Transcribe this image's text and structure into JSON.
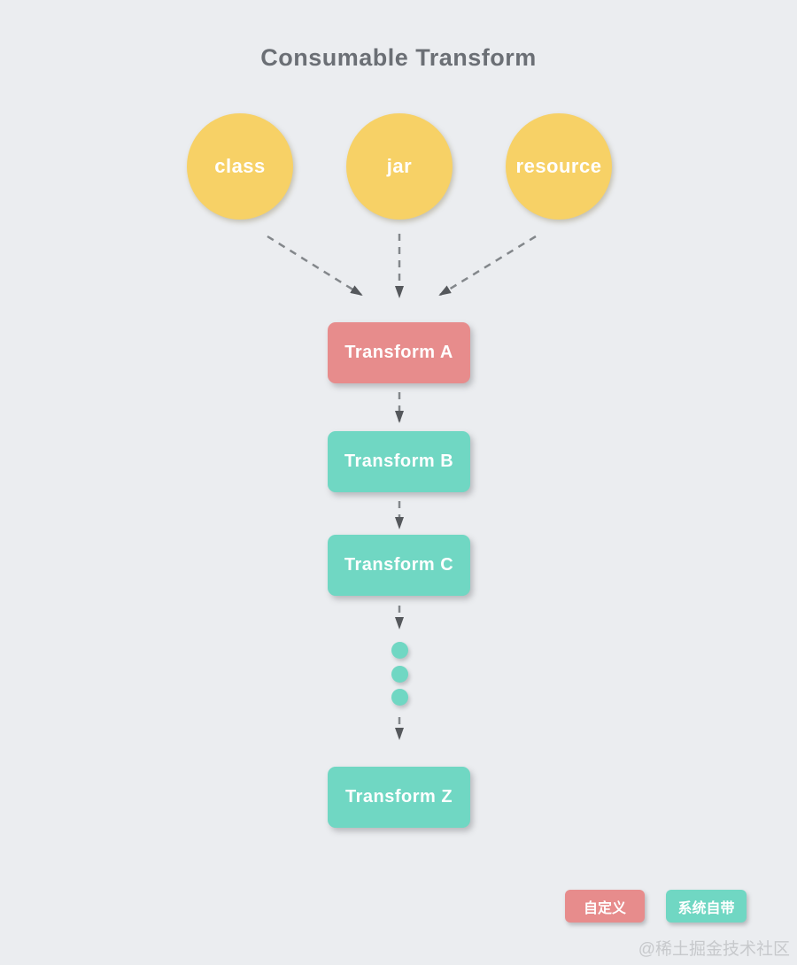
{
  "title": "Consumable Transform",
  "colors": {
    "background": "#ebedf0",
    "input_node": "#f7d166",
    "custom_transform": "#e78c8c",
    "system_transform": "#70d7c3",
    "arrow_dash": "#83878b",
    "arrow_head": "#55585c",
    "title_text": "#6b6f75"
  },
  "inputs": [
    {
      "label": "class"
    },
    {
      "label": "jar"
    },
    {
      "label": "resource"
    }
  ],
  "pipeline": [
    {
      "label": "Transform A",
      "type": "custom"
    },
    {
      "label": "Transform B",
      "type": "system"
    },
    {
      "label": "Transform C",
      "type": "system"
    },
    {
      "label": "Transform Z",
      "type": "system"
    }
  ],
  "ellipsis_dots": 3,
  "legend": [
    {
      "label": "自定义",
      "type": "custom"
    },
    {
      "label": "系统自带",
      "type": "system"
    }
  ],
  "watermark": "@稀土掘金技术社区"
}
